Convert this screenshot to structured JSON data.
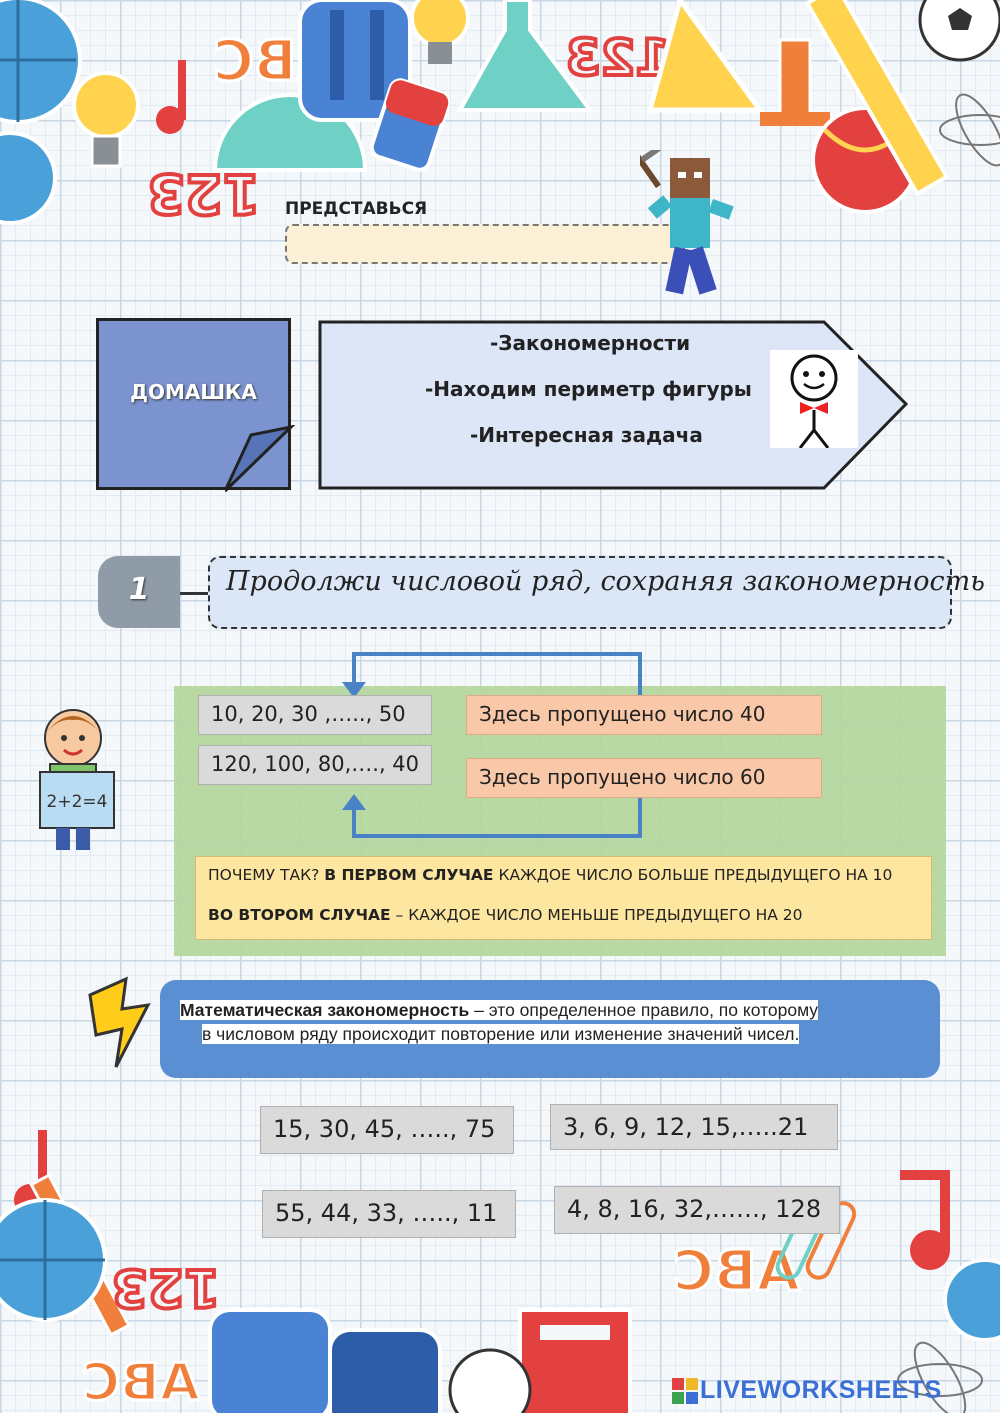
{
  "intro": {
    "label": "ПРЕДСТАВЬСЯ",
    "name_value": "",
    "name_placeholder": ""
  },
  "homework": {
    "title": "ДОМАШКА",
    "topics": [
      "-Закономерности",
      "-Находим периметр фигуры",
      "-Интересная задача"
    ]
  },
  "task1": {
    "number": "1",
    "title": "Продолжи числовой ряд, сохраняя закономерность",
    "examples": [
      {
        "series": "10, 20, 30 ,….., 50",
        "note": "Здесь пропущено число 40"
      },
      {
        "series": "120, 100, 80,…., 40",
        "note": "Здесь пропущено число 60"
      }
    ],
    "explanation": {
      "line1_plain": "ПОЧЕМУ ТАК? ",
      "line1_bold": "В ПЕРВОМ СЛУЧАЕ",
      "line1_rest": " КАЖДОЕ ЧИСЛО БОЛЬШЕ ПРЕДЫДУЩЕГО НА 10",
      "line2_bold": "ВО ВТОРОМ СЛУЧАЕ",
      "line2_rest": " – КАЖДОЕ ЧИСЛО МЕНЬШЕ ПРЕДЫДУЩЕГО НА 20"
    },
    "child_board": "2+2=4"
  },
  "definition": {
    "term": "Математическая закономерность",
    "rest_line1": " – это определенное правило, по которому",
    "line2": "в числовом ряду происходит повторение или изменение значений чисел."
  },
  "exercises": [
    {
      "value": "15, 30, 45, ….., 75",
      "answer": ""
    },
    {
      "value": "3, 6, 9, 12, 15,…..21",
      "answer": ""
    },
    {
      "value": "55, 44, 33, ….., 11",
      "answer": ""
    },
    {
      "value": "4, 8, 16, 32,……, 128",
      "answer": ""
    }
  ],
  "footer": {
    "logo_text": "LIVEWORKSHEETS"
  },
  "colors": {
    "grid": "#c9d6e3",
    "homework_box": "#7b93cf",
    "task_box": "#dbe6f6",
    "green_panel": "#b3d59a",
    "orange_note": "#f8c8a8",
    "yellow_note": "#fde6a0",
    "definition_box": "#5b8fd4",
    "arrow": "#4a82c6"
  }
}
